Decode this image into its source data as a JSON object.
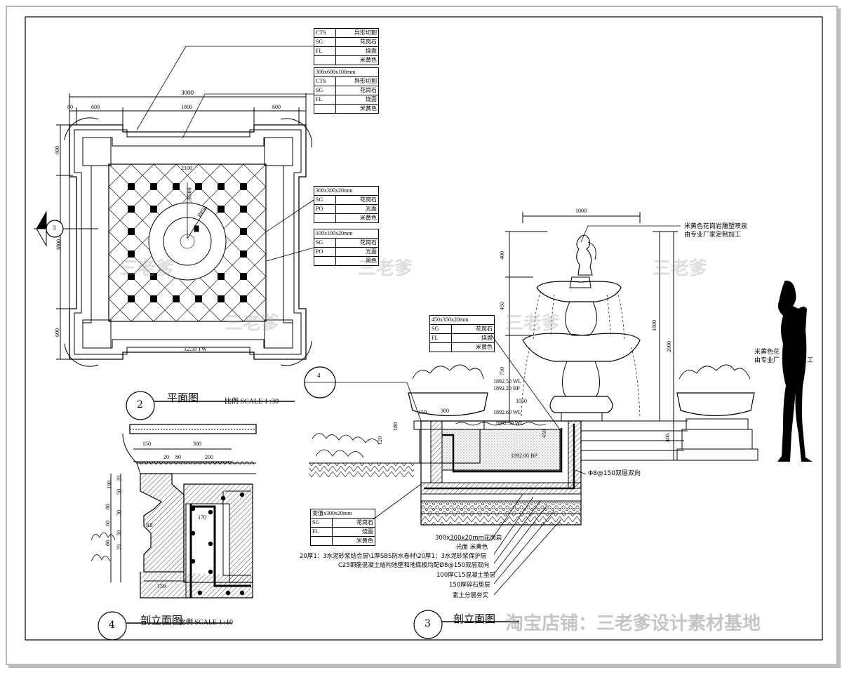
{
  "plan": {
    "dims": {
      "overall": "3000",
      "seg_a": "80",
      "seg_b": "600",
      "seg_c": "1800",
      "seg_d": "600",
      "inner": "2100",
      "side_top": "600",
      "side_mid": "1800",
      "side_bot": "600",
      "radius_1": "R500",
      "radius_2": "R850",
      "elev": "±2.50 TW"
    },
    "title": "平面图",
    "scale": "比例 SCALE 1 :30",
    "number": "2",
    "marker": "3"
  },
  "tables": [
    {
      "header": "CTS",
      "header_value": "异形切割",
      "rows": [
        {
          "code": "SG",
          "value": "花岗石"
        },
        {
          "code": "FL",
          "value": "烧面"
        },
        {
          "code": "",
          "value": "米黄色"
        }
      ]
    },
    {
      "header": "300x600x100mm",
      "header_value": "",
      "rows": [
        {
          "code": "CTS",
          "value": "异形切割"
        },
        {
          "code": "SG",
          "value": "花岗石"
        },
        {
          "code": "FL",
          "value": "烧面"
        },
        {
          "code": "",
          "value": "米黄色"
        }
      ]
    },
    {
      "header": "300x300x20mm",
      "header_value": "",
      "rows": [
        {
          "code": "SG",
          "value": "花岗石"
        },
        {
          "code": "PO",
          "value": "光面"
        },
        {
          "code": "",
          "value": "米黄色"
        }
      ]
    },
    {
      "header": "100x100x20mm",
      "header_value": "",
      "rows": [
        {
          "code": "SG",
          "value": "花岗石"
        },
        {
          "code": "PO",
          "value": "光面"
        },
        {
          "code": "",
          "value": "黑色"
        }
      ]
    },
    {
      "header": "450x350x20mm",
      "header_value": "",
      "rows": [
        {
          "code": "SG",
          "value": "花岗石"
        },
        {
          "code": "FL",
          "value": "烧面"
        },
        {
          "code": "",
          "value": "米黄色"
        }
      ]
    },
    {
      "header": "变值x300x20mm",
      "header_value": "",
      "rows": [
        {
          "code": "SG",
          "value": "花岗石"
        },
        {
          "code": "FL",
          "value": "烧面"
        },
        {
          "code": "",
          "value": "米黄色"
        }
      ]
    }
  ],
  "elevation": {
    "title": "剖立面图",
    "number": "3",
    "dims": {
      "width": "1000",
      "h1": "400",
      "h2": "450",
      "h3": "750",
      "h4": "1600",
      "h5": "2000",
      "h6": "400",
      "w2": "1050",
      "w3": "300",
      "w4": "180",
      "w5": "120",
      "w6": "150",
      "w7": "450"
    },
    "levels": [
      "1892.50 WL",
      "1892.20 BP",
      "1892.60 WL",
      "1892.50 WL",
      "1892.00 BP"
    ],
    "marker": "4",
    "callout_sculpture": [
      "米黄色花岗岩雕塑喷泉",
      "由专业厂家定制加工"
    ],
    "callout_planter": [
      "米黄色花",
      "由专业厂",
      "工"
    ],
    "rebar": "Φ8@150双层双向",
    "layers": [
      "300x300x20mm花岗岩",
      "光面  米黄色",
      "20厚1：3水泥砂浆结合层\\1厚SBS防水卷材\\20厚1：3水泥砂浆保护层",
      "C25钢筋混凝土结构池壁和池底板均配Ø8@150双层双向",
      "100厚C15混凝土垫层",
      "150厚碎石垫层",
      "素土分层夯实"
    ]
  },
  "section": {
    "title": "剖立面图",
    "number": "4",
    "scale": "比例 SCALE 1 :10",
    "dims_top": [
      "150",
      "300"
    ],
    "dims_mid": [
      "20",
      "80",
      "200"
    ],
    "dims_left": [
      "100",
      "20",
      "50",
      "80",
      "30",
      "60",
      "80",
      "30",
      "20"
    ],
    "dims_misc": [
      "R8",
      "170",
      "150"
    ]
  },
  "watermarks": [
    "三老爹",
    "淘宝店铺：三老爹设计素材基地"
  ]
}
